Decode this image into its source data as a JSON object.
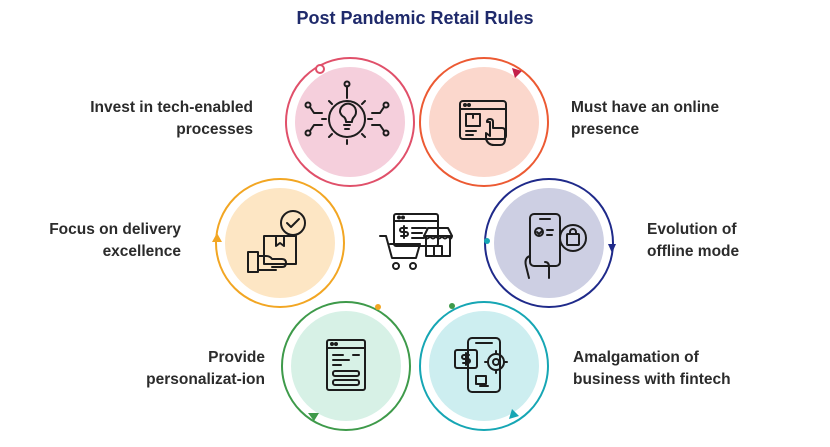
{
  "title": "Post Pandemic Retail Rules",
  "items": [
    {
      "line1": "Invest in tech-enabled",
      "line2": "processes",
      "icon": "lightbulb-gear-icon",
      "fill": "#f5cfdc",
      "ring": "#e0506a"
    },
    {
      "line1": "Must have an online",
      "line2": "presence",
      "icon": "online-store-click-icon",
      "fill": "#fbd7cc",
      "ring": "#ec5a33"
    },
    {
      "line1": "Evolution of",
      "line2": "offline mode",
      "icon": "mobile-shopping-icon",
      "fill": "#cdcfe3",
      "ring": "#1f2a8a"
    },
    {
      "line1": "Amalgamation of",
      "line2": "business with fintech",
      "icon": "fintech-phone-icon",
      "fill": "#cdeef0",
      "ring": "#16a6b4"
    },
    {
      "line1": "Provide",
      "line2": "personalizat-ion",
      "icon": "personalized-page-icon",
      "fill": "#d7f1e6",
      "ring": "#3e9a4a"
    },
    {
      "line1": "Focus on delivery",
      "line2": "excellence",
      "icon": "delivery-box-icon",
      "fill": "#fde6c4",
      "ring": "#f2a623"
    }
  ],
  "center_icon": "cart-store-icon"
}
